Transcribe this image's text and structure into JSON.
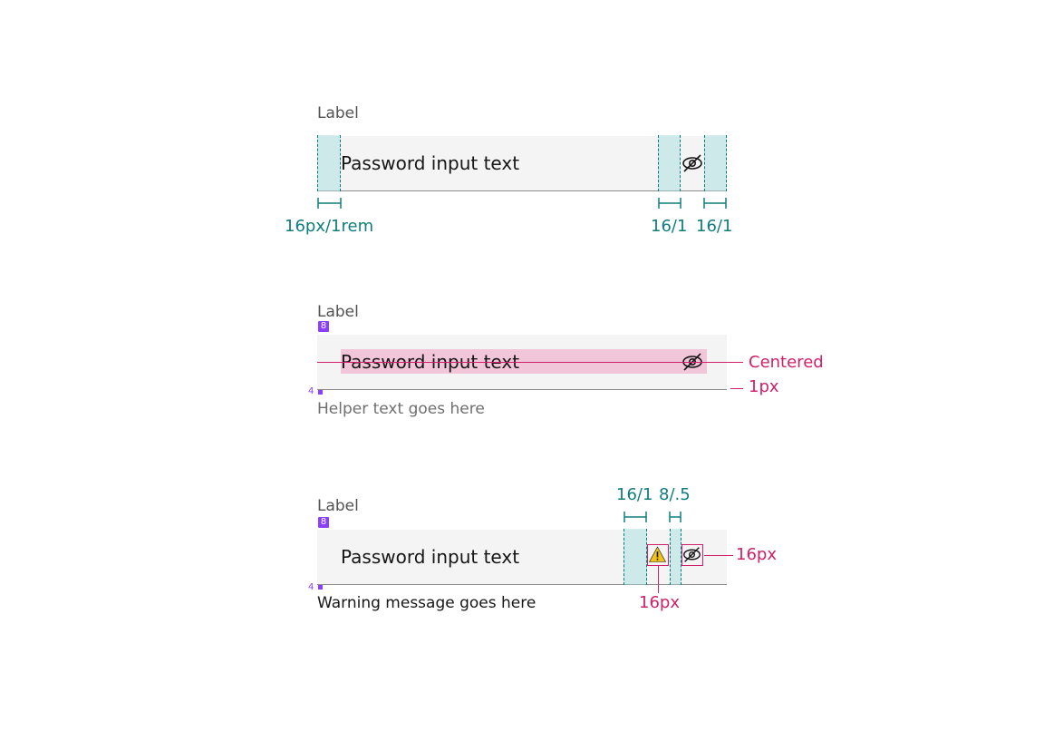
{
  "example1": {
    "label": "Label",
    "input_text": "Password input text",
    "spacing_left": "16px/1rem",
    "spacing_mid": "16/1",
    "spacing_right": "16/1"
  },
  "example2": {
    "label": "Label",
    "label_gap": "8",
    "input_text": "Password input text",
    "helper_gap": "4",
    "helper_text": "Helper text goes here",
    "annotation_centered": "Centered",
    "annotation_border": "1px"
  },
  "example3": {
    "label": "Label",
    "label_gap": "8",
    "input_text": "Password input text",
    "helper_gap": "4",
    "warning_text": "Warning message goes here",
    "spacing_left": "16/1",
    "spacing_right": "8/.5",
    "icon_size_right": "16px",
    "icon_size_bottom": "16px"
  },
  "colors": {
    "spec_teal": "#0f7d7d",
    "spec_magenta": "#d0206a",
    "spec_purple": "#8a3ffc",
    "field_bg": "#f4f4f4",
    "warning_yellow": "#f1c21b"
  },
  "icons": {
    "visibility_toggle": "view-off-icon",
    "warning": "warning-alt-filled-icon"
  }
}
